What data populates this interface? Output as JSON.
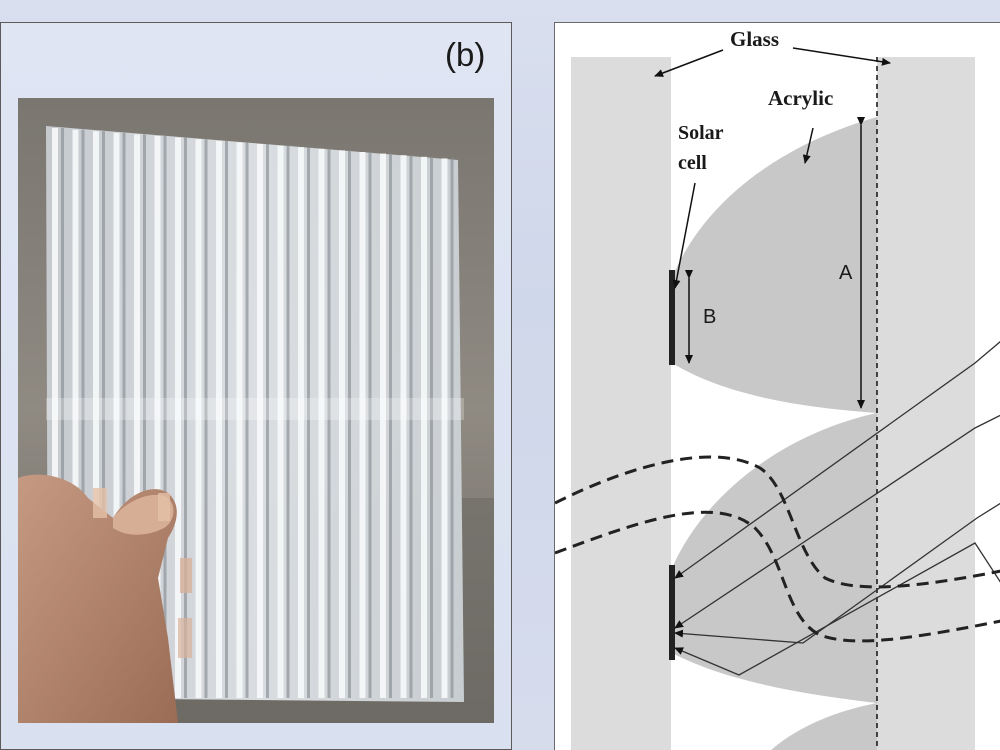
{
  "left_panel": {
    "label": "(b)",
    "photo_caption": ""
  },
  "diagram": {
    "labels": {
      "glass": "Glass",
      "acrylic": "Acrylic",
      "solar_cell_line1": "Solar",
      "solar_cell_line2": "cell",
      "dimension_a": "A",
      "dimension_b": "B"
    },
    "colors": {
      "glass_fill": "#dcdcdc",
      "acrylic_fill": "#c8c8c8",
      "solar_cell": "#222222",
      "rays": "#333333"
    }
  }
}
